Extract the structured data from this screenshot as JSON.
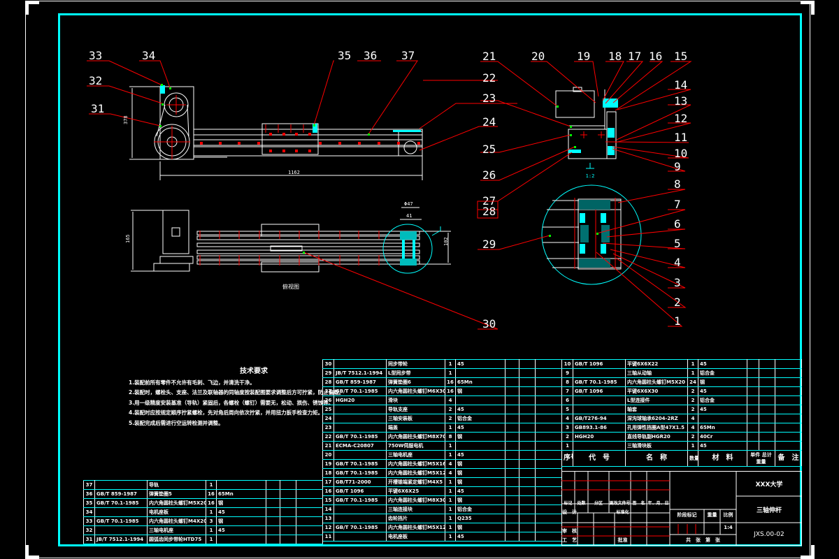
{
  "drawing": {
    "school": "XXX大学",
    "title": "三轴伸杆",
    "drawing_number": "JXS.00-02",
    "scale_value": "1:4",
    "view_label": "俯视图",
    "section_label": "I",
    "section_scale": "1:2"
  },
  "tech_requirements": {
    "title": "技术要求",
    "items": [
      "1.装配前所有零件不允许有毛刺、飞边，并清洗干净。",
      "2.装配时，螺栓头、支座、法兰及联轴器的同轴度按装配图要求调整后方可拧紧，防止偏载。",
      "3.用一级精度安装基准（导轨）紧固后，各螺栓（螺钉）需要无，松动、损伤、锈蚀等。",
      "4.装配时应按规定顺序拧紧螺栓，先对角后周向依次拧紧，并用扭力扳手检查力矩。",
      "5.装配完成后需进行空运转检测并调整。"
    ]
  },
  "dimensions": {
    "front_length": "1162",
    "front_height": "378",
    "top_height": "165",
    "top_width_1": "Φ47",
    "top_width_2": "41",
    "detail_height": "102"
  },
  "balloons": [
    "1",
    "2",
    "3",
    "4",
    "5",
    "6",
    "7",
    "8",
    "9",
    "10",
    "11",
    "12",
    "13",
    "14",
    "15",
    "16",
    "17",
    "18",
    "19",
    "20",
    "21",
    "22",
    "23",
    "24",
    "25",
    "26",
    "27",
    "28",
    "29",
    "30",
    "31",
    "32",
    "33",
    "34",
    "35",
    "36",
    "37"
  ],
  "bom_mid": [
    {
      "no": "30",
      "code": "",
      "name": "同步带轮",
      "qty": "1",
      "mat": "45"
    },
    {
      "no": "29",
      "code": "JB/T 7512.1-1994",
      "name": "L型同步带",
      "qty": "1",
      "mat": ""
    },
    {
      "no": "28",
      "code": "GB/T 859-1987",
      "name": "弹簧垫圈6",
      "qty": "16",
      "mat": "65Mn"
    },
    {
      "no": "27",
      "code": "GB/T 70.1-1985",
      "name": "内六角圆柱头螺钉M6X30",
      "qty": "16",
      "mat": "钢"
    },
    {
      "no": "26",
      "code": "HGH20",
      "name": "滑块",
      "qty": "4",
      "mat": ""
    },
    {
      "no": "25",
      "code": "",
      "name": "导轨支座",
      "qty": "2",
      "mat": "45"
    },
    {
      "no": "24",
      "code": "",
      "name": "三轴安装板",
      "qty": "2",
      "mat": "铝合金"
    },
    {
      "no": "23",
      "code": "",
      "name": "端盖",
      "qty": "1",
      "mat": "45"
    },
    {
      "no": "22",
      "code": "GB/T 70.1-1985",
      "name": "内六角圆柱头螺钉M8X70",
      "qty": "8",
      "mat": "钢"
    },
    {
      "no": "21",
      "code": "ECMA-C20807",
      "name": "750W伺服电机",
      "qty": "1",
      "mat": ""
    },
    {
      "no": "20",
      "code": "",
      "name": "三轴电机座",
      "qty": "1",
      "mat": "45"
    },
    {
      "no": "19",
      "code": "GB/T 70.1-1985",
      "name": "内六角圆柱头螺钉M5X16",
      "qty": "4",
      "mat": "钢"
    },
    {
      "no": "18",
      "code": "GB/T 70.1-1985",
      "name": "内六角圆柱头螺钉M5X12",
      "qty": "4",
      "mat": "钢"
    },
    {
      "no": "17",
      "code": "GB/T71-2000",
      "name": "开槽锥端紧定螺钉M4X5",
      "qty": "1",
      "mat": "钢"
    },
    {
      "no": "16",
      "code": "GB/T 1096",
      "name": "平键6X6X25",
      "qty": "1",
      "mat": "45"
    },
    {
      "no": "15",
      "code": "GB/T 70.1-1985",
      "name": "内六角圆柱头螺钉M8X30",
      "qty": "1",
      "mat": "钢"
    },
    {
      "no": "14",
      "code": "",
      "name": "三轴连接块",
      "qty": "1",
      "mat": "铝合金"
    },
    {
      "no": "13",
      "code": "",
      "name": "齿轮挡片",
      "qty": "1",
      "mat": "Q235"
    },
    {
      "no": "12",
      "code": "GB/T 70.1-1985",
      "name": "内六角圆柱头螺钉M5X12",
      "qty": "1",
      "mat": "钢"
    },
    {
      "no": "11",
      "code": "",
      "name": "电机座板",
      "qty": "1",
      "mat": "45"
    }
  ],
  "bom_right": [
    {
      "no": "10",
      "code": "GB/T 1096",
      "name": "平键6X6X22",
      "qty": "1",
      "mat": "45"
    },
    {
      "no": "9",
      "code": "",
      "name": "三轴从动轴",
      "qty": "1",
      "mat": "铝合金"
    },
    {
      "no": "8",
      "code": "GB/T 70.1-1985",
      "name": "内六角圆柱头螺钉M5X20",
      "qty": "24",
      "mat": "钢"
    },
    {
      "no": "7",
      "code": "GB/T 1096",
      "name": "平键6X6X30",
      "qty": "2",
      "mat": "45"
    },
    {
      "no": "6",
      "code": "",
      "name": "L型连接件",
      "qty": "2",
      "mat": "铝合金"
    },
    {
      "no": "5",
      "code": "",
      "name": "轴套",
      "qty": "2",
      "mat": "45"
    },
    {
      "no": "4",
      "code": "GB/T276-94",
      "name": "深沟球轴承6204-2RZ",
      "qty": "4",
      "mat": ""
    },
    {
      "no": "3",
      "code": "GB893.1-86",
      "name": "孔用弹性挡圈A型47X1.5",
      "qty": "4",
      "mat": "65Mn"
    },
    {
      "no": "2",
      "code": "HGH20",
      "name": "直线导轨副HGR20",
      "qty": "2",
      "mat": "40Cr"
    },
    {
      "no": "1",
      "code": "",
      "name": "三轴滑块板",
      "qty": "1",
      "mat": "45"
    }
  ],
  "bom_left": [
    {
      "no": "37",
      "code": "",
      "name": "导轨",
      "qty": "1",
      "mat": ""
    },
    {
      "no": "36",
      "code": "GB/T 859-1987",
      "name": "弹簧垫圈5",
      "qty": "16",
      "mat": "65Mn"
    },
    {
      "no": "35",
      "code": "GB/T 70.1-1985",
      "name": "内六角圆柱头螺钉M5X20",
      "qty": "16",
      "mat": "钢"
    },
    {
      "no": "34",
      "code": "",
      "name": "电机座板",
      "qty": "1",
      "mat": "45"
    },
    {
      "no": "33",
      "code": "GB/T 70.1-1985",
      "name": "内六角圆柱头螺钉M4X20",
      "qty": "3",
      "mat": "钢"
    },
    {
      "no": "32",
      "code": "",
      "name": "三轴电机座",
      "qty": "1",
      "mat": "45"
    },
    {
      "no": "31",
      "code": "JB/T 7512.1-1994",
      "name": "圆弧齿同步带轮HTD75",
      "qty": "1",
      "mat": ""
    }
  ],
  "bom_header": {
    "no": "序号",
    "code": "代　号",
    "name": "名　称",
    "qty": "数量",
    "mat": "材　料",
    "unit_weight": "单件",
    "total_weight": "总计",
    "weight": "重量",
    "remark": "备　注"
  },
  "title_block": {
    "row_labels": [
      "标记",
      "处数",
      "分区",
      "更改文件号",
      "签　名",
      "年、月、日"
    ],
    "design": "设　计",
    "standardize": "标准化",
    "review": "审　核",
    "process": "工　艺",
    "approve": "批准",
    "stage_mark": "阶段标记",
    "weight": "重量",
    "scale": "比例",
    "sheets": "共　张　第　张"
  }
}
